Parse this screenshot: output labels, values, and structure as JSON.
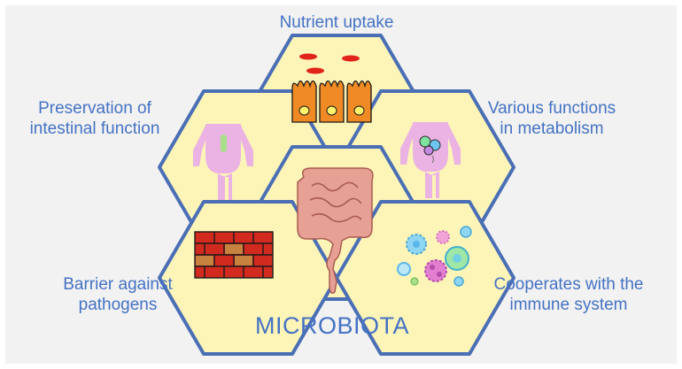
{
  "title": "MICROBIOTA",
  "labels": {
    "top": [
      "Nutrient uptake"
    ],
    "top_left": [
      "Preservation of",
      "intestinal function"
    ],
    "top_right": [
      "Various functions",
      "in metabolism"
    ],
    "bottom_left": [
      "Barrier against",
      "pathogens"
    ],
    "bottom_right": [
      "Cooperates with the",
      "immune system"
    ]
  },
  "colors": {
    "hex_fill": "#fdf5b8",
    "hex_stroke": "#4a6fb5",
    "label_text": "#4472c4",
    "panel_bg": "#f2f2f2"
  },
  "icons": {
    "center": "intestine-icon",
    "top": "villi-cells-icon",
    "top_left": "torso-gut-icon",
    "top_right": "torso-metabolism-icon",
    "bottom_left": "brick-wall-icon",
    "bottom_right": "microbes-icon"
  }
}
